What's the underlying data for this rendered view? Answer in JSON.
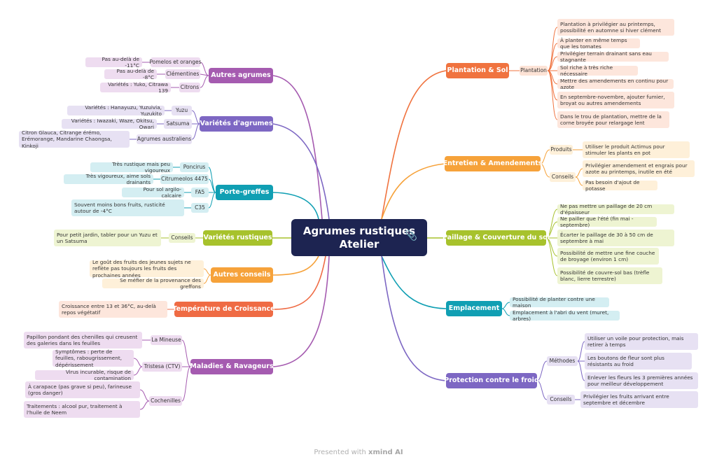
{
  "central": {
    "title_line1": "Agrumes rustiques",
    "title_line2": "Atelier",
    "icon": "paperclip-icon"
  },
  "footer": {
    "prefix": "Presented with",
    "brand": "xmind AI"
  },
  "colors": {
    "orange_red": "#f0733f",
    "orange": "#f6a23a",
    "olive": "#a7c22c",
    "teal": "#109fb3",
    "purple": "#7d67c3",
    "pink_purple": "#a55bb0",
    "red_orange": "#ef6b44"
  },
  "right": {
    "plantation": {
      "title": "Plantation & Sol",
      "sub": "Plantation",
      "items": [
        "Plantation à privilégier au printemps, possibilité en automne si hiver clément",
        "À planter en même temps que les tomates",
        "Privilégier terrain drainant sans eau stagnante",
        "Sol riche à très riche nécessaire",
        "Mettre des amendements en continu pour azote",
        "En septembre-novembre, ajouter fumier, broyat ou autres amendements",
        "Dans le trou de plantation, mettre de la corne broyée pour relargage lent"
      ]
    },
    "entretien": {
      "title": "Entretien & Amendements",
      "produits": "Produits",
      "conseils": "Conseils",
      "produits_items": [
        "Utiliser le produit Actimus pour stimuler les plants en pot"
      ],
      "conseils_items": [
        "Privilégier amendement et engrais pour azote au printemps, inutile en été",
        "Pas besoin d'ajout de potasse"
      ]
    },
    "paillage": {
      "title": "Paillage & Couverture du sol",
      "items": [
        "Ne pas mettre un paillage de 20 cm d'épaisseur",
        "Ne pailler que l'été (fin mai - septembre)",
        "Écarter le paillage de 30 à 50 cm de septembre à mai",
        "Possibilité de mettre une fine couche de broyage (environ 1 cm)",
        "Possibilité de couvre-sol bas (trèfle blanc, lierre terrestre)"
      ]
    },
    "emplacement": {
      "title": "Emplacement",
      "items": [
        "Possibilité de planter contre une maison",
        "Emplacement à l'abri du vent (muret, arbres)"
      ]
    },
    "froid": {
      "title": "Protection contre le froid",
      "methodes": "Méthodes",
      "conseils": "Conseils",
      "methodes_items": [
        "Utiliser un voile pour protection, mais retirer à temps",
        "Les boutons de fleur sont plus résistants au froid",
        "Enlever les fleurs les 3 premières années pour meilleur développement"
      ],
      "conseils_items": [
        "Privilégier les fruits arrivant entre septembre et décembre"
      ]
    }
  },
  "left": {
    "autres_agrumes": {
      "title": "Autres agrumes",
      "subs": [
        "Pomelos et oranges",
        "Clémentines",
        "Citrons"
      ],
      "leaves": [
        "Pas au-delà de -11°C",
        "Pas au-delà de -8°C",
        "Variétés : Yuko, Citrawa 139"
      ]
    },
    "varietes_agrumes": {
      "title": "Variétés d'agrumes",
      "subs": [
        "Yuzu",
        "Satsuma",
        "Agrumes australiens"
      ],
      "leaves": [
        "Variétés : Hanayuzu, Yuzuivia, Yuzukito",
        "Variétés : Iwazaki, Waze, Okitsu, Owari",
        "Citron Glauca, Citrange érémo, Erémorange, Mandarine Chaongsa, Kinkoji"
      ]
    },
    "porte_greffes": {
      "title": "Porte-greffes",
      "subs": [
        "Poncirus",
        "Citrumeolos 4475",
        "FA5",
        "C35"
      ],
      "leaves": [
        "Très rustique mais peu vigoureux",
        "Très vigoureux, aime sols drainants",
        "Pour sol argilo-calcaire",
        "Souvent moins bons fruits, rusticité autour de -4°C"
      ]
    },
    "varietes_rustiques": {
      "title": "Variétés rustiques",
      "sub": "Conseils",
      "leaf": "Pour petit jardin, tabler pour un Yuzu et un Satsuma"
    },
    "autres_conseils": {
      "title": "Autres conseils",
      "leaves": [
        "Le goût des fruits des jeunes sujets ne reflète pas toujours les fruits des prochaines années",
        "Se méfier de la provenance des greffons"
      ]
    },
    "temperature": {
      "title": "Température de Croissance",
      "leaf": "Croissance entre 13 et 36°C, au-delà repos végétatif"
    },
    "maladies": {
      "title": "Maladies & Ravageurs",
      "subs": [
        "La Mineuse",
        "Tristesa (CTV)",
        "Cochenilles"
      ],
      "mineuse": [
        "Papillon pondant des chenilles qui creusent des galeries dans les feuilles"
      ],
      "tristesa": [
        "Symptômes : perte de feuilles, rabougrissement, dépérissement",
        "Virus incurable, risque de contamination"
      ],
      "cochenilles": [
        "À carapace (pas grave si peu), farineuse (gros danger)",
        "Traitements : alcool pur, traitement à l'huile de Neem"
      ]
    }
  }
}
